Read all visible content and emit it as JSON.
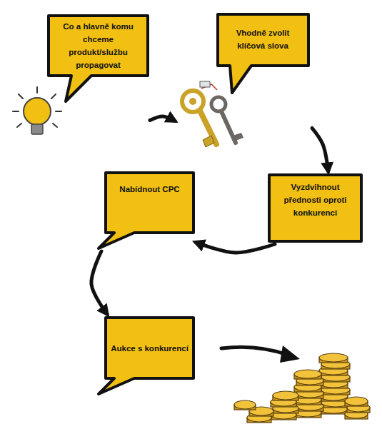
{
  "diagram": {
    "nodes": [
      {
        "text": [
          "Co a hlavně komu chceme produkt/službu propagovat"
        ]
      },
      {
        "text": [
          "Vhodně zvolit klíčová slova"
        ]
      },
      {
        "text": [
          "Vyzdvihnout přednosti oproti konkurenci"
        ]
      },
      {
        "text": [
          "Nabídnout CPC"
        ]
      },
      {
        "text": [
          "Aukce s konkurencí"
        ]
      }
    ],
    "edges": [
      {
        "from": 0,
        "to": 1,
        "arrow": "to"
      },
      {
        "from": 1,
        "to": 2,
        "arrow": "to"
      },
      {
        "from": 2,
        "to": 3,
        "arrow": "to"
      },
      {
        "from": 3,
        "to": 4,
        "arrow": "to"
      }
    ]
  }
}
